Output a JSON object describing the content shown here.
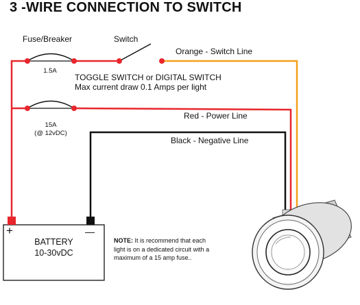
{
  "title": "3 -WIRE CONNECTION TO SWITCH",
  "labels": {
    "fuse_breaker": "Fuse/Breaker",
    "switch": "Switch",
    "fuse_1": "1.5A",
    "fuse_2_line1": "15A",
    "fuse_2_line2": "(@ 12vDC)",
    "toggle_line1": "TOGGLE SWITCH or DIGITAL SWITCH",
    "toggle_line2": "Max current draw 0.1 Amps per light",
    "orange_line": "Orange - Switch Line",
    "red_line": "Red - Power Line",
    "black_line": "Black - Negative Line",
    "plus": "+",
    "minus": "—"
  },
  "battery": {
    "line1": "BATTERY",
    "line2": "10-30vDC"
  },
  "note": {
    "bold": "NOTE:",
    "text": " It is recommend that each light is on a dedicated circuit with a maximum of a 15 amp fuse.."
  },
  "colors": {
    "red_wire": "#e8262c",
    "orange_wire": "#f6a01a",
    "black_wire": "#111111"
  },
  "icons": {
    "fixture": "underwater-light-fixture-icon",
    "battery": "battery-icon"
  }
}
